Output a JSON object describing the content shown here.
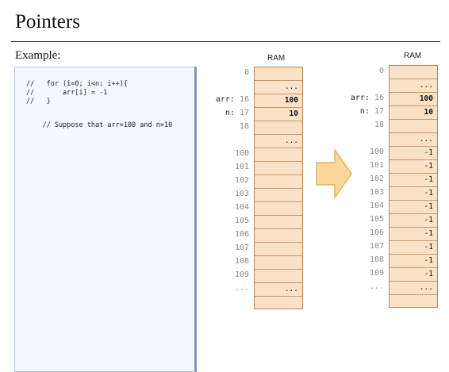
{
  "slide": {
    "title": "Pointers",
    "example_label": "Example:"
  },
  "code": {
    "lines": [
      "//   for (i=0; i<n; i++){",
      "//       arr[i] = -1",
      "//   }",
      "    // Suppose that arr=100 and n=10"
    ]
  },
  "memory_before": {
    "label": "RAM",
    "rows": [
      {
        "name": "",
        "addr": "0",
        "value": ""
      },
      {
        "name": "",
        "addr": "",
        "value": "..."
      },
      {
        "name": "arr:",
        "addr": "16",
        "value": "100"
      },
      {
        "name": "n:",
        "addr": "17",
        "value": "10"
      },
      {
        "name": "",
        "addr": "18",
        "value": ""
      },
      {
        "name": "",
        "addr": "",
        "value": "..."
      },
      {
        "name": "",
        "addr": "100",
        "value": ""
      },
      {
        "name": "",
        "addr": "101",
        "value": ""
      },
      {
        "name": "",
        "addr": "102",
        "value": ""
      },
      {
        "name": "",
        "addr": "103",
        "value": ""
      },
      {
        "name": "",
        "addr": "104",
        "value": ""
      },
      {
        "name": "",
        "addr": "105",
        "value": ""
      },
      {
        "name": "",
        "addr": "106",
        "value": ""
      },
      {
        "name": "",
        "addr": "107",
        "value": ""
      },
      {
        "name": "",
        "addr": "108",
        "value": ""
      },
      {
        "name": "",
        "addr": "109",
        "value": ""
      },
      {
        "name": "",
        "addr": "...",
        "value": "..."
      },
      {
        "name": "",
        "addr": "",
        "value": ""
      }
    ]
  },
  "memory_after": {
    "label": "RAM",
    "rows": [
      {
        "name": "",
        "addr": "0",
        "value": ""
      },
      {
        "name": "",
        "addr": "",
        "value": "..."
      },
      {
        "name": "arr:",
        "addr": "16",
        "value": "100"
      },
      {
        "name": "n:",
        "addr": "17",
        "value": "10"
      },
      {
        "name": "",
        "addr": "18",
        "value": ""
      },
      {
        "name": "",
        "addr": "",
        "value": "..."
      },
      {
        "name": "",
        "addr": "100",
        "value": "-1"
      },
      {
        "name": "",
        "addr": "101",
        "value": "-1"
      },
      {
        "name": "",
        "addr": "102",
        "value": "-1"
      },
      {
        "name": "",
        "addr": "103",
        "value": "-1"
      },
      {
        "name": "",
        "addr": "104",
        "value": "-1"
      },
      {
        "name": "",
        "addr": "105",
        "value": "-1"
      },
      {
        "name": "",
        "addr": "106",
        "value": "-1"
      },
      {
        "name": "",
        "addr": "107",
        "value": "-1"
      },
      {
        "name": "",
        "addr": "108",
        "value": "-1"
      },
      {
        "name": "",
        "addr": "109",
        "value": "-1"
      },
      {
        "name": "",
        "addr": "...",
        "value": "..."
      },
      {
        "name": "",
        "addr": "",
        "value": ""
      }
    ]
  },
  "colors": {
    "cell_fill": "#fbe2c6",
    "arrow_fill": "#fcd79a",
    "arrow_stroke": "#d9a74a"
  }
}
